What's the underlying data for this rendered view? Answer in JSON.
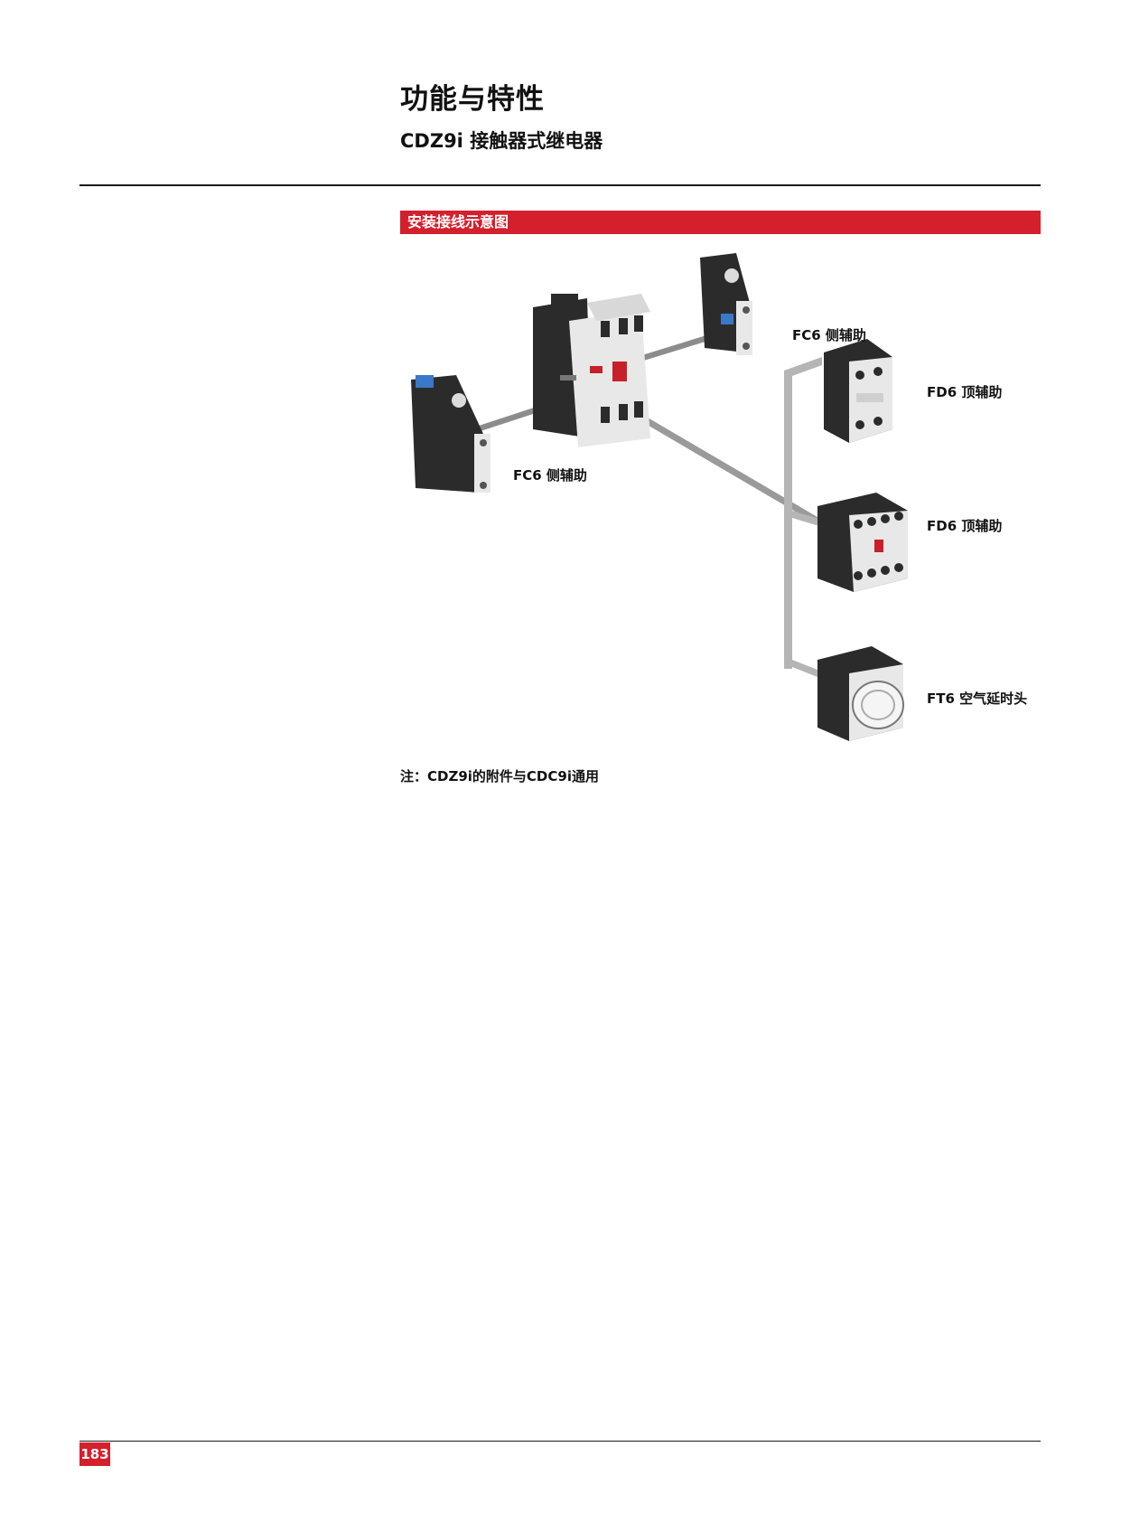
{
  "header": {
    "title": "功能与特性",
    "subtitle": "CDZ9i 接触器式继电器"
  },
  "section": {
    "title": "安装接线示意图"
  },
  "diagram": {
    "labels": {
      "fc6_top": "FC6 侧辅助",
      "fc6_left": "FC6 侧辅助",
      "fd6_upper": "FD6 顶辅助",
      "fd6_lower": "FD6 顶辅助",
      "ft6": "FT6 空气延时头"
    },
    "colors": {
      "connector": "#8c8c8c",
      "connector_light": "#b5b5b5",
      "body_dark": "#2b2b2b",
      "body_light": "#e8e8e8",
      "accent_red": "#c8202a",
      "accent_blue": "#3a78c8"
    }
  },
  "note": "注：CDZ9i的附件与CDC9i通用",
  "footer": {
    "page_number": "183"
  }
}
